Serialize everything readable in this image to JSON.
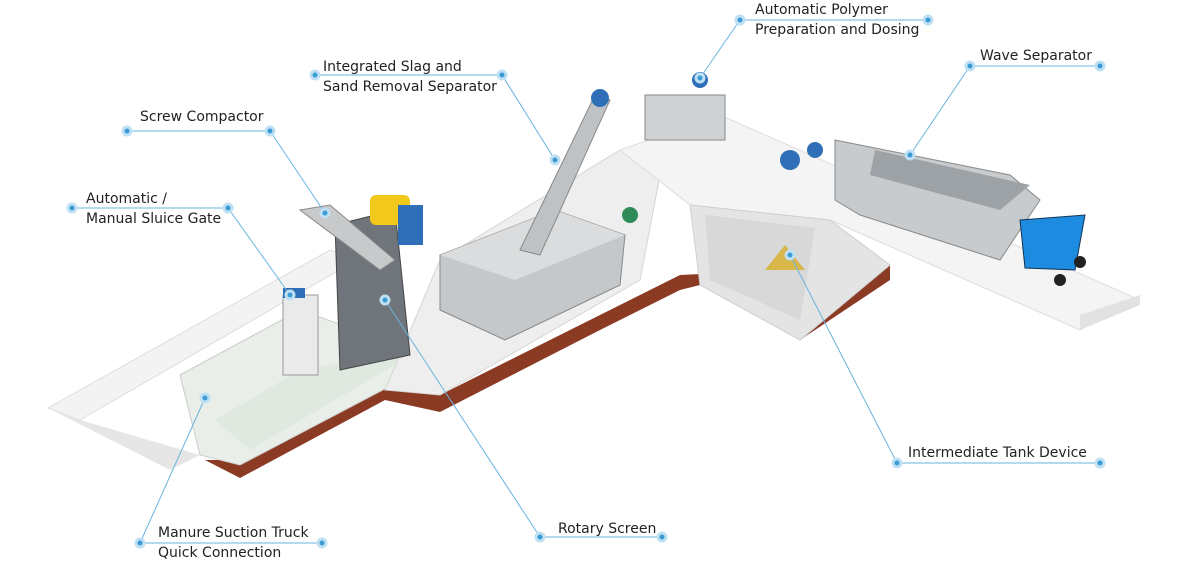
{
  "labels": {
    "polymer": [
      "Automatic Polymer",
      "Preparation and Dosing"
    ],
    "wave": [
      "Wave Separator"
    ],
    "slag": [
      "Integrated Slag and",
      "Sand Removal Separator"
    ],
    "compactor": [
      "Screw Compactor"
    ],
    "sluice": [
      "Automatic /",
      "Manual Sluice Gate"
    ],
    "tank": [
      "Intermediate Tank Device"
    ],
    "rotary": [
      "Rotary Screen"
    ],
    "truck": [
      "Manure Suction Truck",
      "Quick Connection"
    ]
  },
  "colors": {
    "accent": "#3a9bd5",
    "concrete": "#f1f1f1",
    "brick": "#8b3a24",
    "steel": "#c9ccce",
    "motor": "#2f6fb7",
    "yellow": "#f2c81a"
  }
}
